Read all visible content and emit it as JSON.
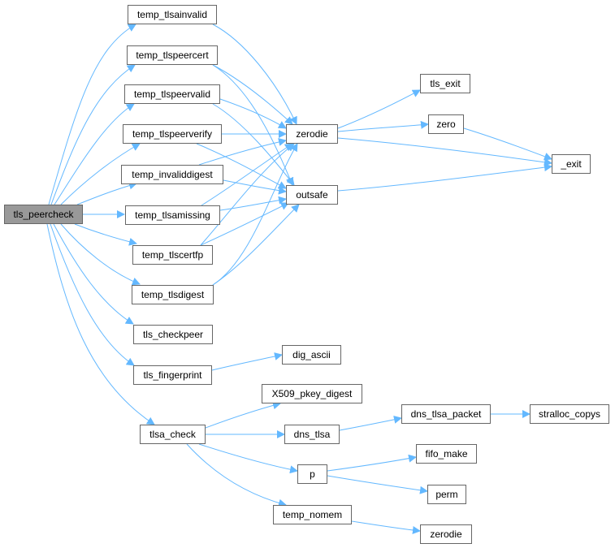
{
  "graph": {
    "colors": {
      "edge": "#63B8FF",
      "node_border": "#666666",
      "root_fill": "#999999",
      "node_fill": "#FFFFFF"
    },
    "nodes": {
      "tls_peercheck": "tls_peercheck",
      "temp_tlsainvalid": "temp_tlsainvalid",
      "temp_tlspeercert": "temp_tlspeercert",
      "temp_tlspeervalid": "temp_tlspeervalid",
      "temp_tlspeerverify": "temp_tlspeerverify",
      "temp_invaliddigest": "temp_invaliddigest",
      "temp_tlsamissing": "temp_tlsamissing",
      "temp_tlscertfp": "temp_tlscertfp",
      "temp_tlsdigest": "temp_tlsdigest",
      "tls_checkpeer": "tls_checkpeer",
      "tls_fingerprint": "tls_fingerprint",
      "tlsa_check": "tlsa_check",
      "zerodie": "zerodie",
      "outsafe": "outsafe",
      "tls_exit": "tls_exit",
      "zero": "zero",
      "exit": "_exit",
      "dig_ascii": "dig_ascii",
      "x509_pkey_digest": "X509_pkey_digest",
      "dns_tlsa": "dns_tlsa",
      "dns_tlsa_packet": "dns_tlsa_packet",
      "stralloc_copys": "stralloc_copys",
      "p": "p",
      "fifo_make": "fifo_make",
      "perm": "perm",
      "temp_nomem": "temp_nomem",
      "zerodie2": "zerodie"
    }
  }
}
